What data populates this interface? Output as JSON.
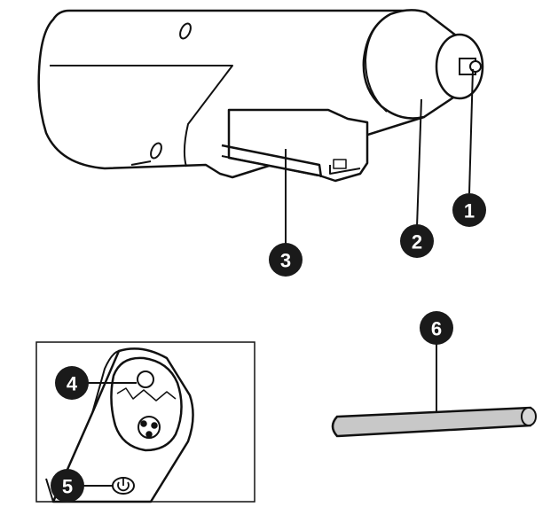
{
  "callouts": [
    {
      "id": "1",
      "label": "1"
    },
    {
      "id": "2",
      "label": "2"
    },
    {
      "id": "3",
      "label": "3"
    },
    {
      "id": "4",
      "label": "4"
    },
    {
      "id": "5",
      "label": "5"
    },
    {
      "id": "6",
      "label": "6"
    }
  ],
  "colors": {
    "line": "#111111",
    "callout_fill": "#1a1a1a",
    "body_fill": "#ffffff",
    "rod_fill": "#c8c8c8"
  }
}
